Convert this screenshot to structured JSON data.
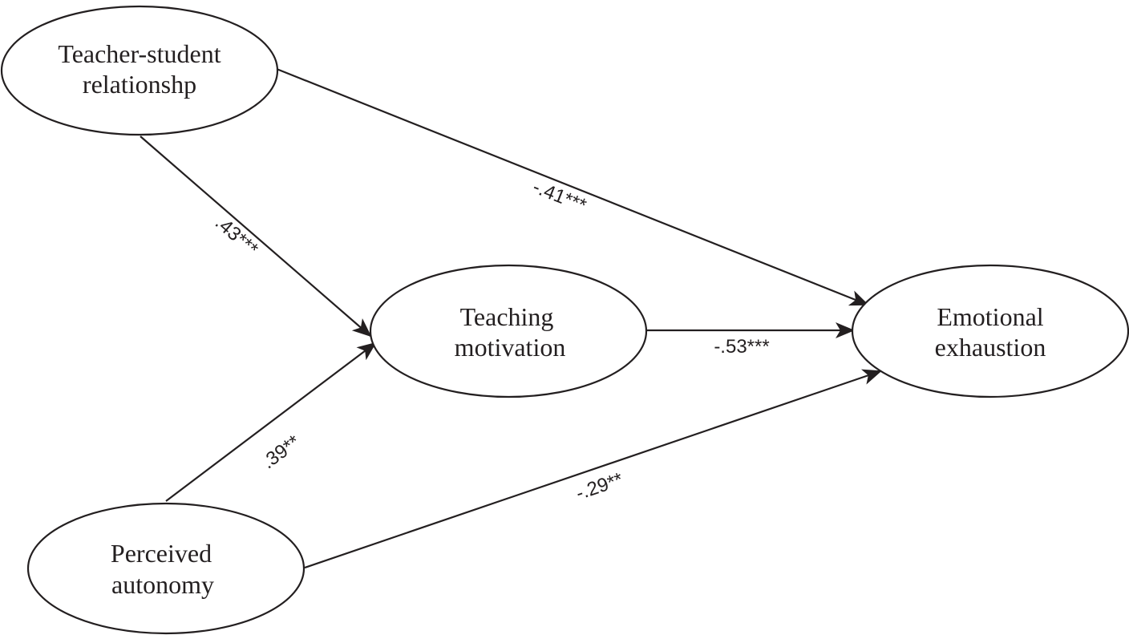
{
  "nodes": {
    "teacher_student": {
      "line1": "Teacher-student",
      "line2": "relationshp"
    },
    "teaching_motivation": {
      "line1": "Teaching",
      "line2": "motivation"
    },
    "emotional_exhaustion": {
      "line1": "Emotional",
      "line2": "exhaustion"
    },
    "perceived_autonomy": {
      "line1": "Perceived",
      "line2": "autonomy"
    }
  },
  "edges": {
    "ts_to_tm": {
      "from": "Teacher-student relationshp",
      "to": "Teaching motivation",
      "label": ".43***"
    },
    "ts_to_ee": {
      "from": "Teacher-student relationshp",
      "to": "Emotional exhaustion",
      "label": "-.41***"
    },
    "tm_to_ee": {
      "from": "Teaching motivation",
      "to": "Emotional exhaustion",
      "label": "-.53***"
    },
    "pa_to_tm": {
      "from": "Perceived autonomy",
      "to": "Teaching motivation",
      "label": ".39**"
    },
    "pa_to_ee": {
      "from": "Perceived autonomy",
      "to": "Emotional exhaustion",
      "label": "-.29**"
    }
  },
  "colors": {
    "ink": "#231f20",
    "background": "#ffffff"
  }
}
